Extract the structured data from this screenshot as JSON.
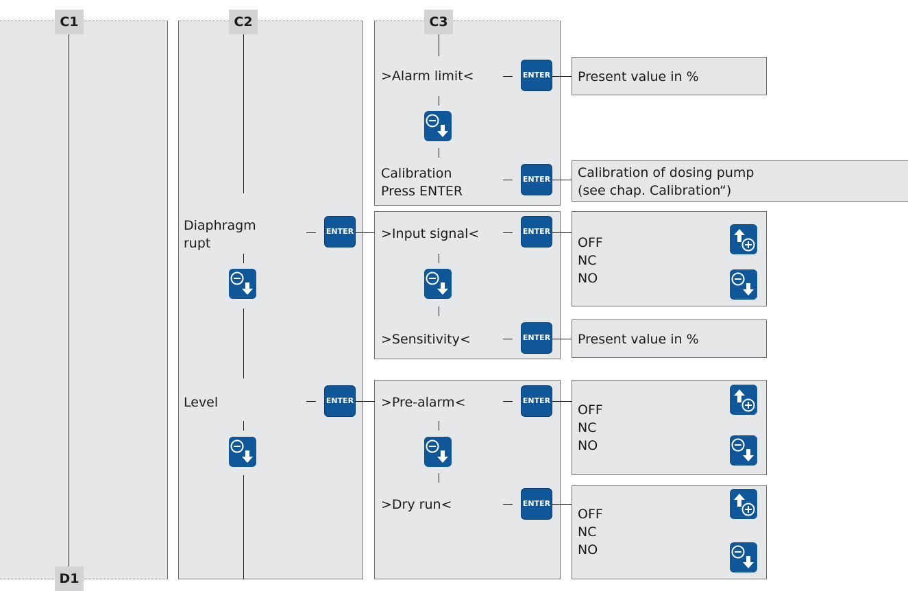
{
  "columns": {
    "c1": "C1",
    "c2": "C2",
    "c3": "C3",
    "d1": "D1"
  },
  "enter_label": "ENTER",
  "c2_items": {
    "diaphragm": [
      "Diaphragm",
      "rupt"
    ],
    "level": "Level"
  },
  "c3_items": {
    "alarm_limit": ">Alarm limit<",
    "calibration": [
      "Calibration",
      "Press ENTER"
    ],
    "input_signal": ">Input signal<",
    "sensitivity": ">Sensitivity<",
    "pre_alarm": ">Pre-alarm<",
    "dry_run": ">Dry run<"
  },
  "values": {
    "alarm_limit": "Present value in %",
    "calibration": [
      "Calibration of dosing pump",
      "(see chap. Calibration“)"
    ],
    "sensitivity": "Present value in %",
    "options": [
      "OFF",
      "NC",
      "NO"
    ]
  },
  "icons": {
    "minus_down": "minus-down-icon",
    "plus_up": "plus-up-icon"
  },
  "colors": {
    "button_blue": "#10579a",
    "panel_grey": "#e6e7e8",
    "label_grey": "#d1d3d4"
  }
}
